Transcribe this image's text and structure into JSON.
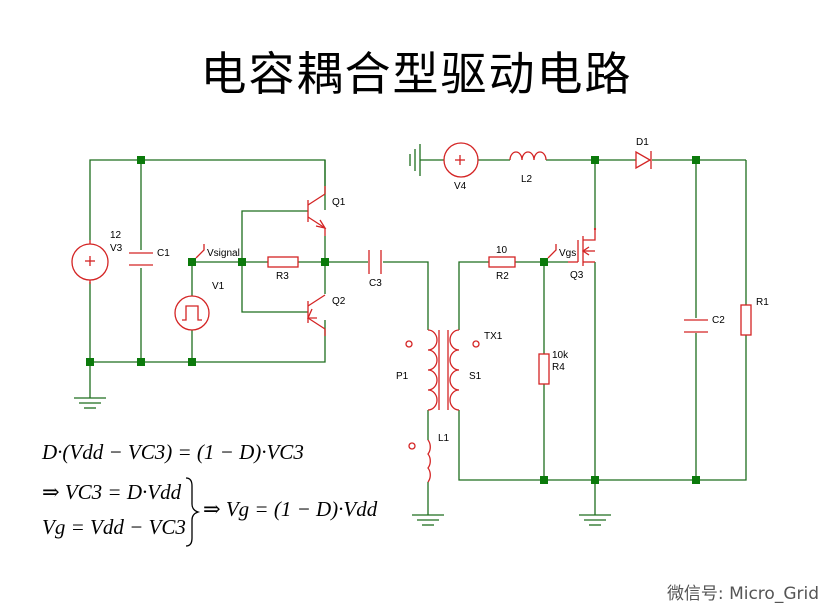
{
  "title": "电容耦合型驱动电路",
  "components": {
    "v3": {
      "name": "V3",
      "value": "12"
    },
    "c1": {
      "name": "C1"
    },
    "v1": {
      "name": "V1"
    },
    "vsignal": {
      "name": "Vsignal"
    },
    "r3": {
      "name": "R3"
    },
    "q1": {
      "name": "Q1"
    },
    "q2": {
      "name": "Q2"
    },
    "c3": {
      "name": "C3"
    },
    "p1": {
      "name": "P1"
    },
    "s1": {
      "name": "S1"
    },
    "tx1": {
      "name": "TX1"
    },
    "l1": {
      "name": "L1"
    },
    "r2": {
      "name": "R2",
      "value": "10"
    },
    "vgs": {
      "name": "Vgs"
    },
    "q3": {
      "name": "Q3"
    },
    "r4": {
      "name": "R4",
      "value": "10k"
    },
    "v4": {
      "name": "V4"
    },
    "l2": {
      "name": "L2"
    },
    "d1": {
      "name": "D1"
    },
    "c2": {
      "name": "C2"
    },
    "r1": {
      "name": "R1"
    }
  },
  "equations": {
    "eq1": "D·(Vdd − VC3) = (1 − D)·VC3",
    "eq2": "⇒ VC3 = D·Vdd",
    "eq3": "Vg = Vdd − VC3",
    "eq4": "⇒ Vg = (1 − D)·Vdd"
  },
  "colors": {
    "wire": "#1e6e1e",
    "component": "#d42424",
    "node": "#0b7a0b",
    "text": "#000000"
  },
  "watermark": "微信号: Micro_Grid"
}
